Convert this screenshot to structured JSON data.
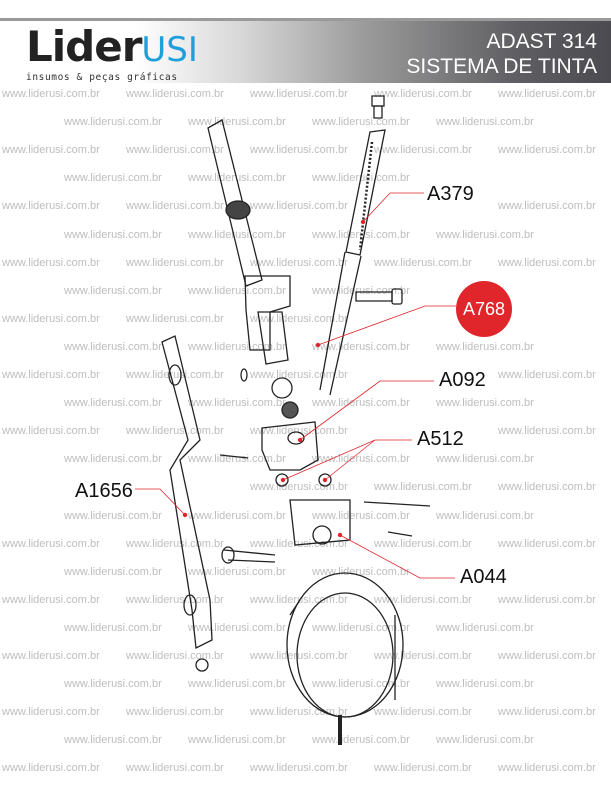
{
  "header": {
    "logo_main": "Lider",
    "logo_accent": "USI",
    "logo_tagline": "insumos & peças gráficas",
    "title_line1": "ADAST 314",
    "title_line2": "SISTEMA DE TINTA"
  },
  "watermark": "www.liderusi.com.br",
  "parts": {
    "a379": "A379",
    "a768": "A768",
    "a092": "A092",
    "a512": "A512",
    "a1656": "A1656",
    "a044": "A044"
  },
  "colors": {
    "accent": "#1ea0dc",
    "highlight": "#e0262b",
    "leader": "#e0262b"
  }
}
